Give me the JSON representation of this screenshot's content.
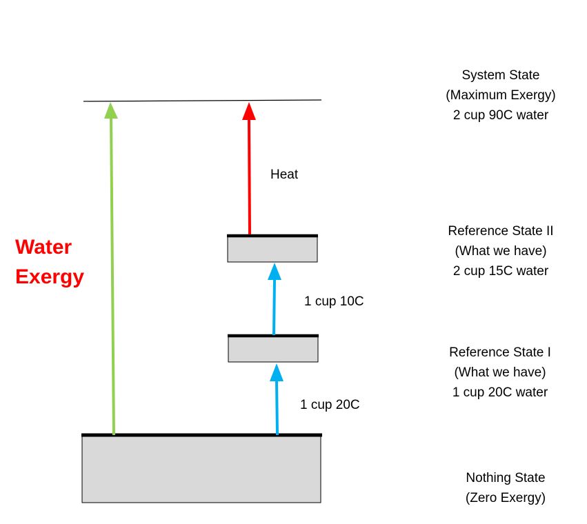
{
  "states": {
    "system": {
      "lines": [
        "System State",
        "(Maximum Exergy)",
        "2 cup 90C water"
      ]
    },
    "reference_2": {
      "lines": [
        "Reference State II",
        "(What we have)",
        "2 cup 15C water"
      ]
    },
    "reference_1": {
      "lines": [
        "Reference State I",
        "(What we have)",
        "1 cup 20C water"
      ]
    },
    "nothing": {
      "lines": [
        "Nothing State",
        "(Zero Exergy)"
      ]
    }
  },
  "arrows": {
    "heat": {
      "label": "Heat",
      "color": "#ff0000"
    },
    "step_2": {
      "label": "1 cup 10C",
      "color": "#00b0f0"
    },
    "step_1": {
      "label": "1 cup 20C",
      "color": "#00b0f0"
    },
    "exergy": {
      "color": "#92d050"
    }
  },
  "exergy_label": {
    "lines": [
      "Water",
      "Exergy"
    ],
    "color": "#ff0000"
  },
  "colors": {
    "box_fill": "#d9d9d9",
    "box_top": "#000000"
  }
}
